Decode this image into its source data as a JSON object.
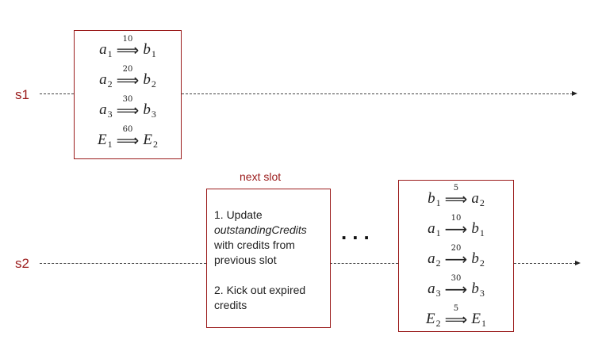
{
  "lanes": [
    {
      "label": "s1"
    },
    {
      "label": "s2"
    }
  ],
  "slot1_transfers": [
    {
      "from": "a",
      "from_sub": "1",
      "amount": "10",
      "to": "b",
      "to_sub": "1",
      "arrow": "⟹"
    },
    {
      "from": "a",
      "from_sub": "2",
      "amount": "20",
      "to": "b",
      "to_sub": "2",
      "arrow": "⟹"
    },
    {
      "from": "a",
      "from_sub": "3",
      "amount": "30",
      "to": "b",
      "to_sub": "3",
      "arrow": "⟹"
    },
    {
      "from": "E",
      "from_sub": "1",
      "amount": "60",
      "to": "E",
      "to_sub": "2",
      "arrow": "⟹"
    }
  ],
  "next_slot": {
    "label": "next slot",
    "step1_prefix": "1. Update",
    "step1_emph": "outstandingCredits",
    "step1_suffix": "with credits from previous slot",
    "step2": "2. Kick out expired credits"
  },
  "ellipsis": "...",
  "slot2_transfers": [
    {
      "from": "b",
      "from_sub": "1",
      "amount": "5",
      "to": "a",
      "to_sub": "2",
      "arrow": "⟹"
    },
    {
      "from": "a",
      "from_sub": "1",
      "amount": "10",
      "to": "b",
      "to_sub": "1",
      "arrow": "⟶"
    },
    {
      "from": "a",
      "from_sub": "2",
      "amount": "20",
      "to": "b",
      "to_sub": "2",
      "arrow": "⟶"
    },
    {
      "from": "a",
      "from_sub": "3",
      "amount": "30",
      "to": "b",
      "to_sub": "3",
      "arrow": "⟶"
    },
    {
      "from": "E",
      "from_sub": "2",
      "amount": "5",
      "to": "E",
      "to_sub": "1",
      "arrow": "⟹"
    }
  ]
}
